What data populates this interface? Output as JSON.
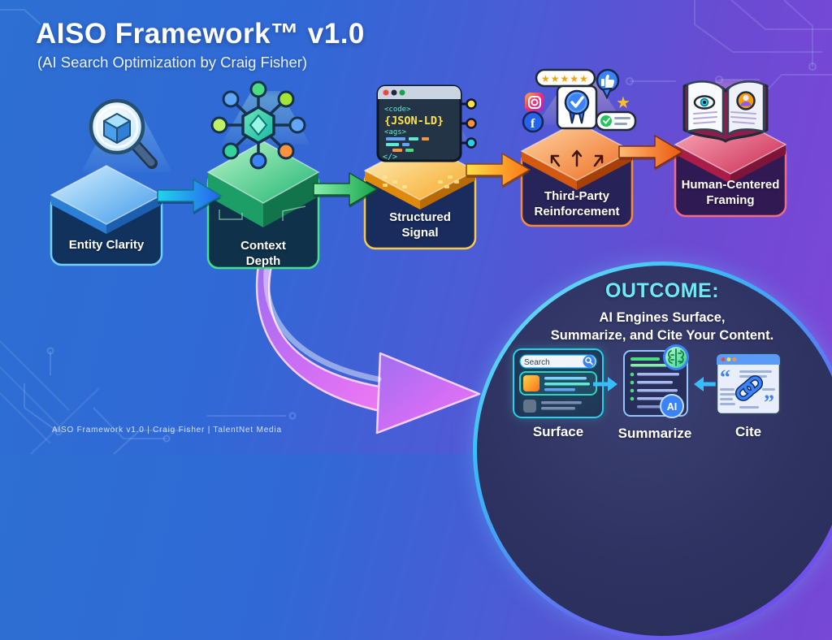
{
  "header": {
    "title": "AISO Framework™ v1.0",
    "subtitle": "(AI Search Optimization by Craig Fisher)"
  },
  "steps": [
    {
      "label": "Entity Clarity",
      "icon": "magnifier-cube-icon",
      "accent": "#6fd1ff"
    },
    {
      "label": "Context Depth",
      "icon": "knowledge-graph-icon",
      "accent": "#44e08c"
    },
    {
      "label": "Structured Signal",
      "icon": "json-ld-code-window-icon",
      "accent": "#f7c948"
    },
    {
      "label": "Third-Party Reinforcement",
      "icon": "social-proof-cluster-icon",
      "accent": "#f58a3c"
    },
    {
      "label": "Human-Centered Framing",
      "icon": "open-book-eye-icon",
      "accent": "#f06a86"
    }
  ],
  "code_window": {
    "tag_open": "<code>",
    "jsonld": "{JSON-LD}",
    "tag_mid": "<ags>",
    "tag_close": "</>"
  },
  "rating": {
    "stars": "★★★★★"
  },
  "icons": {
    "facebook_letter": "f",
    "quote_open": "“",
    "quote_close": "”"
  },
  "outcome": {
    "heading": "OUTCOME:",
    "line1": "AI Engines Surface,",
    "line2": "Summarize, and Cite Your Content.",
    "search_label": "Search",
    "ai_badge": "AI",
    "items": [
      {
        "label": "Surface"
      },
      {
        "label": "Summarize"
      },
      {
        "label": "Cite"
      }
    ]
  },
  "footer": {
    "credit": "AISO Framework v1.0 | Craig Fisher | TalentNet Media"
  },
  "colors": {
    "background_blue": "#2d6fd2",
    "background_purple": "#7e46d8",
    "outcome_heading_cyan": "#6ee9f7",
    "step_blue": "#38bdf8",
    "step_green": "#4ade80",
    "step_yellow": "#fbbf24",
    "step_orange": "#fb923c",
    "step_rose": "#fb7185",
    "flow_arrow_magenta": "#e879f9"
  }
}
